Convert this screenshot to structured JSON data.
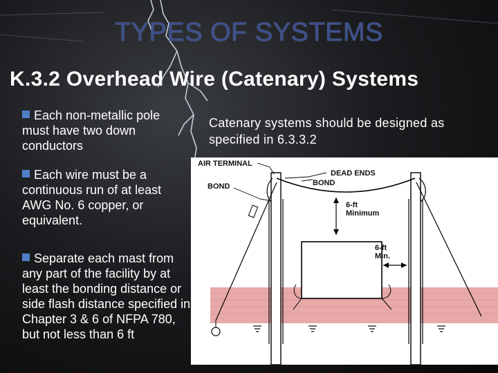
{
  "slide": {
    "title": "TYPES OF SYSTEMS",
    "subtitle": "K.3.2 Overhead Wire (Catenary) Systems",
    "bullets": [
      "Each non-metallic pole must have two down conductors",
      "Each wire must be a continuous run of at least AWG No. 6 copper, or equivalent.",
      "Separate each mast from any part of the facility by at least the bonding distance or side flash distance specified in Chapter 3 & 6 of NFPA 780, but not less than 6 ft"
    ],
    "note": "Catenary systems should be designed as specified in 6.3.3.2"
  },
  "diagram": {
    "labels": {
      "air_terminal": "AIR TERMINAL",
      "dead_ends": "DEAD ENDS",
      "bond_left": "BOND",
      "bond_right": "BOND",
      "six_ft_min_1": "6-ft",
      "six_ft_min_1b": "Minimum",
      "six_ft_min_2": "6-ft",
      "six_ft_min_2b": "Min."
    }
  },
  "colors": {
    "title": "#3d4f8c",
    "bullet_square": "#4f7fc7",
    "ground_fill": "#e8a9a9"
  }
}
